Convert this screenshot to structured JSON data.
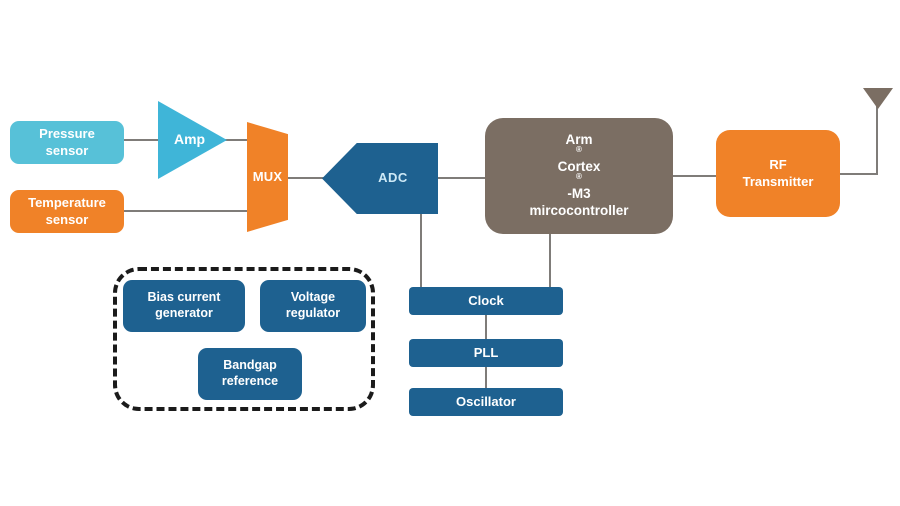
{
  "colors": {
    "cyan_light": "#57c1d8",
    "cyan": "#3fb5d8",
    "orange": "#f08228",
    "dark_blue": "#1e6190",
    "brown_gray": "#7b6e63",
    "line_gray": "#7f7c79",
    "dash": "#1b1b1b",
    "adc_text": "#cde9f6"
  },
  "nodes": {
    "pressure_sensor": {
      "line1": "Pressure",
      "line2": "sensor"
    },
    "amp": {
      "label": "Amp"
    },
    "temperature_sensor": {
      "line1": "Temperature",
      "line2": "sensor"
    },
    "mux": {
      "label": "MUX"
    },
    "adc": {
      "label": "ADC"
    },
    "mcu": {
      "brand": "Arm",
      "reg1": "®",
      "core": "Cortex",
      "reg2": "®",
      "model": "-M3",
      "line2": "mircocontroller"
    },
    "rf_transmitter": {
      "line1": "RF",
      "line2": "Transmitter"
    },
    "clock": {
      "label": "Clock"
    },
    "pll": {
      "label": "PLL"
    },
    "oscillator": {
      "label": "Oscillator"
    },
    "bias_current_generator": {
      "line1": "Bias current",
      "line2": "generator"
    },
    "voltage_regulator": {
      "line1": "Voltage",
      "line2": "regulator"
    },
    "bandgap_reference": {
      "line1": "Bandgap",
      "line2": "reference"
    }
  }
}
